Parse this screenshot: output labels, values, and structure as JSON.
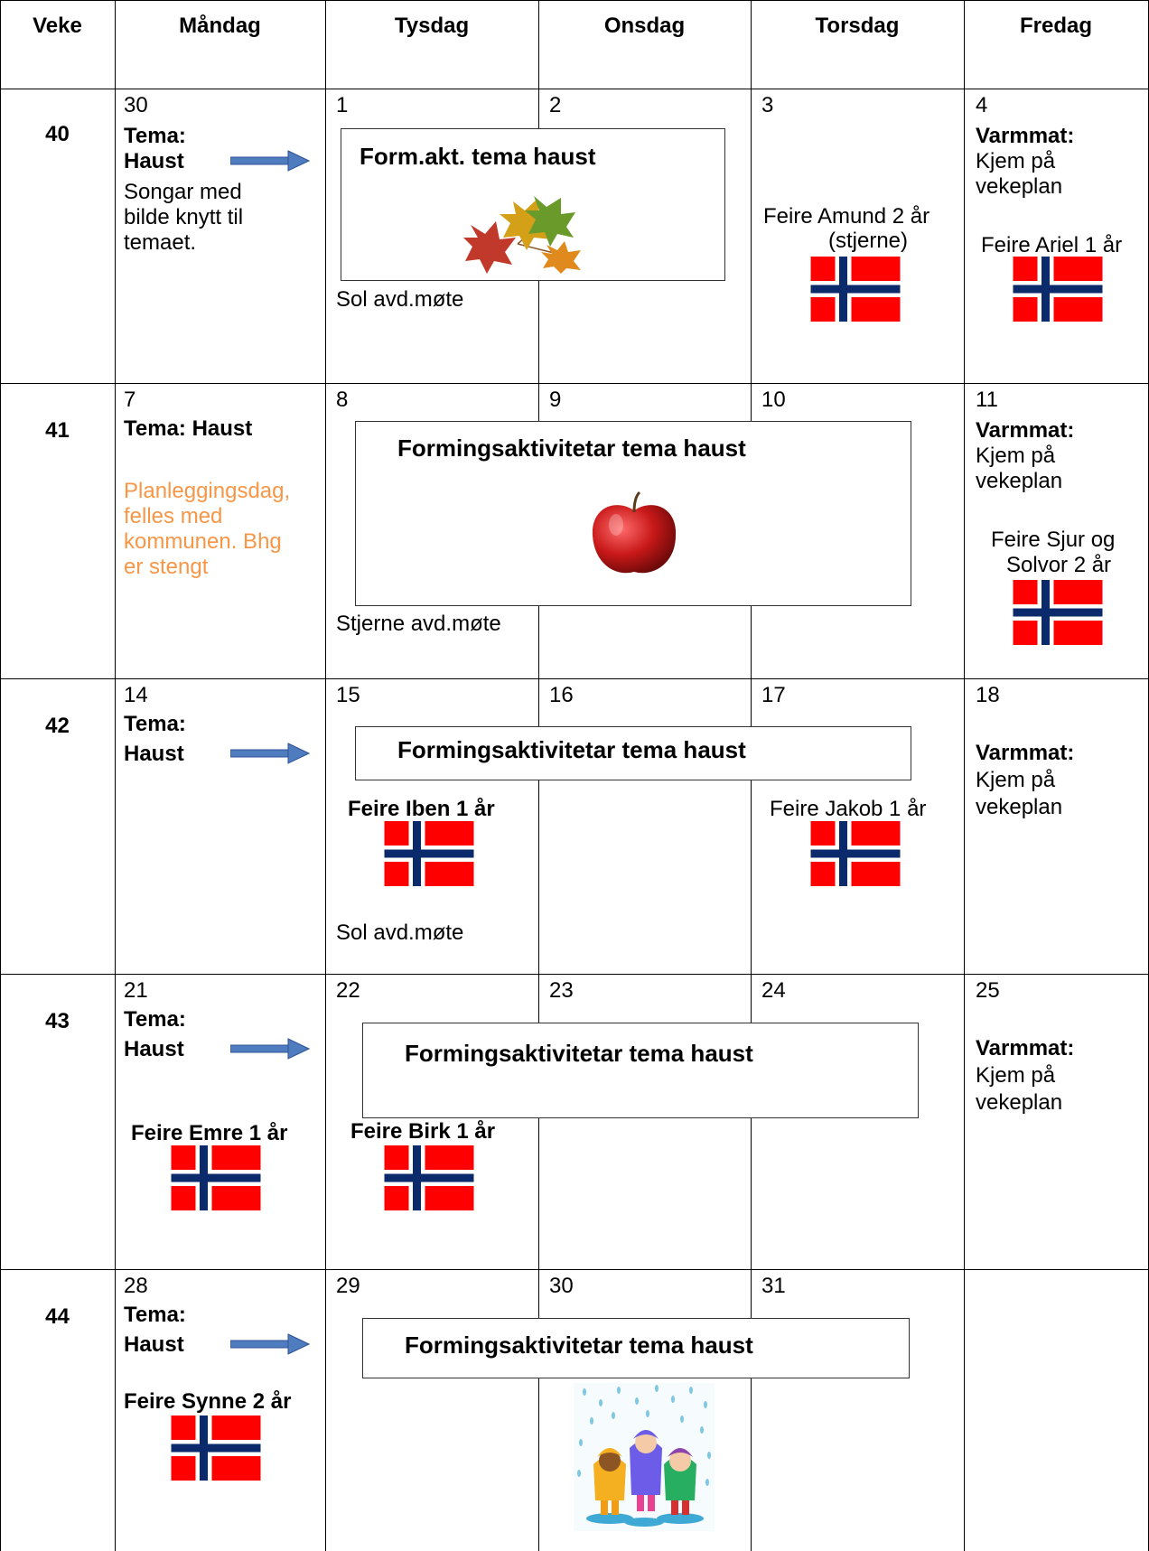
{
  "header": {
    "week": "Veke",
    "days": [
      "Måndag",
      "Tysdag",
      "Onsdag",
      "Torsdag",
      "Fredag"
    ]
  },
  "weeks": [
    {
      "number": "40",
      "dates": [
        "30",
        "1",
        "2",
        "3",
        "4"
      ],
      "monday": {
        "theme_label": "Tema:",
        "theme_name": "Haust",
        "note_lines": [
          "Songar med",
          "bilde knytt til",
          "temaet."
        ]
      },
      "activity": "Form.akt. tema haust",
      "tuesday_note": "Sol avd.møte",
      "thursday_lines": [
        "Feire Amund 2 år",
        "(stjerne)"
      ],
      "friday": {
        "title": "Varmmat:",
        "lines": [
          "Kjem på",
          "vekeplan"
        ],
        "celebrate": "Feire Ariel 1 år"
      }
    },
    {
      "number": "41",
      "dates": [
        "7",
        "8",
        "9",
        "10",
        "11"
      ],
      "monday": {
        "theme": "Tema: Haust",
        "closed_lines": [
          "Planleggingsdag,",
          "felles med",
          "kommunen. Bhg",
          "er stengt"
        ]
      },
      "activity": "Formingsaktivitetar tema haust",
      "tuesday_note": "Stjerne avd.møte",
      "friday": {
        "title": "Varmmat:",
        "lines": [
          "Kjem på",
          "vekeplan"
        ],
        "celebrate_lines": [
          "Feire Sjur og",
          "Solvor 2 år"
        ]
      }
    },
    {
      "number": "42",
      "dates": [
        "14",
        "15",
        "16",
        "17",
        "18"
      ],
      "monday": {
        "theme_label": "Tema:",
        "theme_name": "Haust"
      },
      "activity": "Formingsaktivitetar tema haust",
      "tuesday_celebrate": "Feire Iben 1 år",
      "tuesday_note": "Sol avd.møte",
      "thursday_celebrate": "Feire Jakob 1 år",
      "friday": {
        "title": "Varmmat:",
        "lines": [
          "Kjem på",
          "vekeplan"
        ]
      }
    },
    {
      "number": "43",
      "dates": [
        "21",
        "22",
        "23",
        "24",
        "25"
      ],
      "monday": {
        "theme_label": "Tema:",
        "theme_name": "Haust",
        "celebrate": "Feire Emre 1 år"
      },
      "activity": "Formingsaktivitetar tema haust",
      "tuesday_celebrate": "Feire Birk 1 år",
      "friday": {
        "title": "Varmmat:",
        "lines": [
          "Kjem på",
          "vekeplan"
        ]
      }
    },
    {
      "number": "44",
      "dates": [
        "28",
        "29",
        "30",
        "31"
      ],
      "monday": {
        "theme_label": "Tema:",
        "theme_name": "Haust",
        "celebrate": "Feire Synne 2 år"
      },
      "activity": "Formingsaktivitetar tema haust"
    }
  ],
  "colors": {
    "flag_red": "#ff0000",
    "flag_blue": "#0b2a6b",
    "arrow_blue": "#4f7bbf",
    "planning_orange": "#f79646"
  },
  "icons": [
    "arrow-right-icon",
    "norwegian-flag-icon",
    "autumn-leaves-icon",
    "red-apple-icon",
    "kids-in-rain-icon"
  ]
}
